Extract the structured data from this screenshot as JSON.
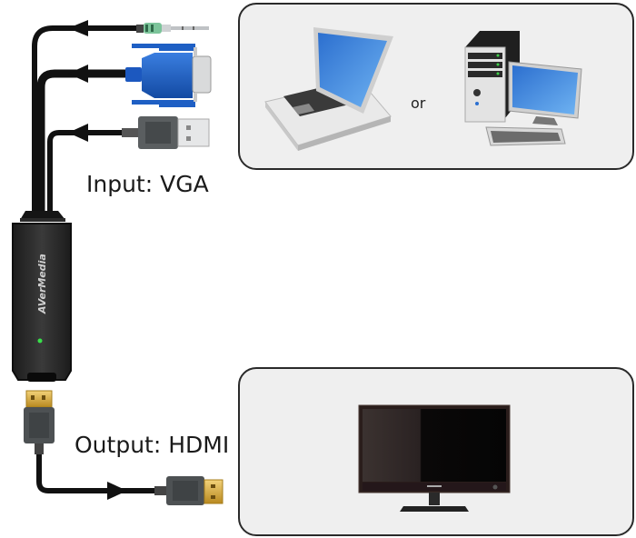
{
  "diagram": {
    "input_label": "Input: VGA",
    "output_label": "Output: HDMI",
    "or_label": "or",
    "device_brand": "AVerMedia",
    "input_connectors": [
      {
        "name": "3.5mm audio jack",
        "icon": "audio-jack-icon"
      },
      {
        "name": "VGA connector",
        "icon": "vga-connector-icon"
      },
      {
        "name": "USB-A connector",
        "icon": "usb-connector-icon"
      }
    ],
    "output_connectors": [
      {
        "name": "HDMI connector",
        "icon": "hdmi-connector-icon"
      }
    ],
    "sources": [
      {
        "name": "Laptop",
        "icon": "laptop-icon"
      },
      {
        "name": "Desktop PC",
        "icon": "desktop-pc-icon"
      }
    ],
    "display": {
      "name": "TV / Monitor",
      "icon": "tv-monitor-icon"
    },
    "colors": {
      "cable": "#111111",
      "vga_blue": "#1e5fc4",
      "audio_green": "#7cc49a",
      "hdmi_gold": "#d4a93a",
      "box_bg": "#efefef",
      "led": "#38e04a"
    }
  }
}
